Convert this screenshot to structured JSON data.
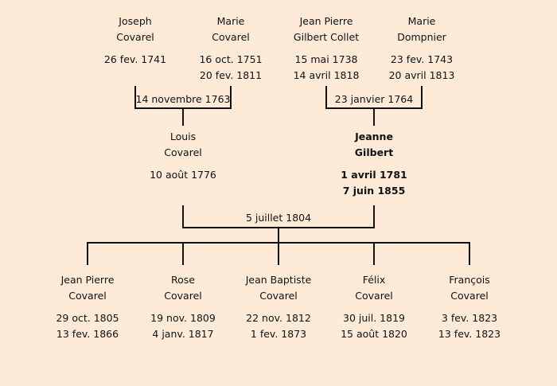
{
  "grandparents": [
    {
      "name1": "Joseph",
      "name2": "Covarel",
      "birth": "26 fev. 1741",
      "death": ""
    },
    {
      "name1": "Marie",
      "name2": "Covarel",
      "birth": "16 oct. 1751",
      "death": "20 fev. 1811"
    },
    {
      "name1": "Jean Pierre",
      "name2": "Gilbert Collet",
      "birth": "15 mai 1738",
      "death": "14 avril 1818"
    },
    {
      "name1": "Marie",
      "name2": "Dompnier",
      "birth": "23 fev. 1743",
      "death": "20 avril 1813"
    }
  ],
  "parents": [
    {
      "name1": "Louis",
      "name2": "Covarel",
      "birth": "10 août 1776",
      "death": ""
    },
    {
      "name1": "Jeanne",
      "name2": "Gilbert",
      "birth": "1 avril 1781",
      "death": "7 juin 1855",
      "highlight": true
    }
  ],
  "children": [
    {
      "name1": "Jean Pierre",
      "name2": "Covarel",
      "birth": "29 oct. 1805",
      "death": "13 fev. 1866"
    },
    {
      "name1": "Rose",
      "name2": "Covarel",
      "birth": "19 nov. 1809",
      "death": "4 janv. 1817"
    },
    {
      "name1": "Jean Baptiste",
      "name2": "Covarel",
      "birth": "22 nov. 1812",
      "death": "1 fev. 1873"
    },
    {
      "name1": "Félix",
      "name2": "Covarel",
      "birth": "30 juil. 1819",
      "death": "15 août 1820"
    },
    {
      "name1": "François",
      "name2": "Covarel",
      "birth": "3 fev. 1823",
      "death": "13 fev. 1823"
    }
  ],
  "marriages": [
    "14 novembre 1763",
    "23 janvier 1764",
    "5 juillet 1804"
  ]
}
